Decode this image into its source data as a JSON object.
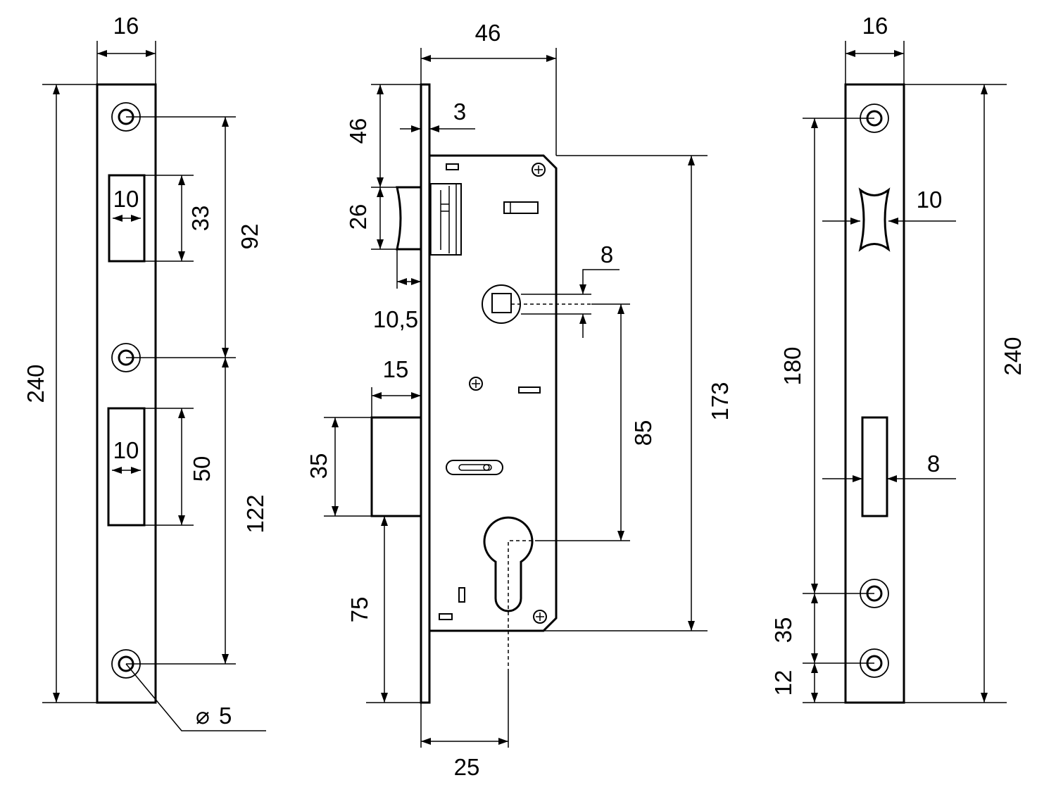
{
  "views": {
    "left_strike_plate": {
      "width": "16",
      "height": "240",
      "latch_window_width": "10",
      "latch_window_height": "33",
      "hole_spacing_top": "92",
      "bolt_window_width": "10",
      "bolt_window_height": "50",
      "hole_spacing_bottom": "122",
      "hole_diameter": "5"
    },
    "side_lock_body": {
      "backset_total": "46",
      "faceplate_thickness": "3",
      "latch_offset_top": "46",
      "latch_height": "26",
      "latch_projection": "10,5",
      "spindle_size": "8",
      "bolt_projection": "15",
      "bolt_height": "35",
      "bolt_offset_bottom": "75",
      "backset": "25",
      "center_distance": "85",
      "case_height": "173"
    },
    "right_faceplate": {
      "width": "16",
      "height": "240",
      "latch_width": "10",
      "screw_spacing": "180",
      "bolt_width": "8",
      "lower_spacing": "35",
      "bottom_offset": "12"
    }
  },
  "symbols": {
    "diameter": "⌀"
  }
}
